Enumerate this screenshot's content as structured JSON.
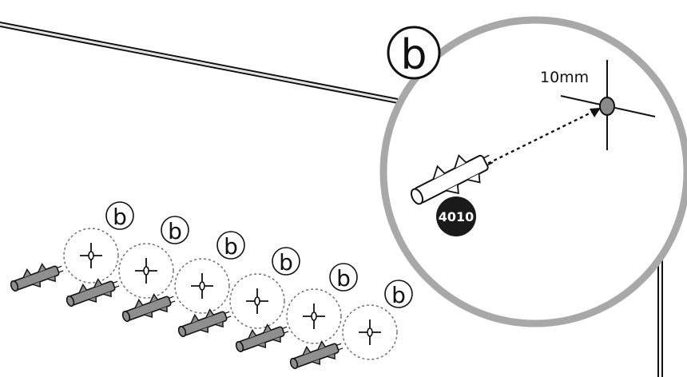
{
  "detail_label": "b",
  "measurement": "10mm",
  "part_code": "4010",
  "small_callout_label": "b",
  "anchor_points": [
    {
      "label": "b"
    },
    {
      "label": "b"
    },
    {
      "label": "b"
    },
    {
      "label": "b"
    },
    {
      "label": "b"
    },
    {
      "label": "b"
    }
  ],
  "colors": {
    "magnifier_ring": "#a8a8a8",
    "line_art": "#111111",
    "plug_fill": "#8f8f8f",
    "badge_fill": "#1a1a1a",
    "hole_fill": "#8a8a8a"
  }
}
